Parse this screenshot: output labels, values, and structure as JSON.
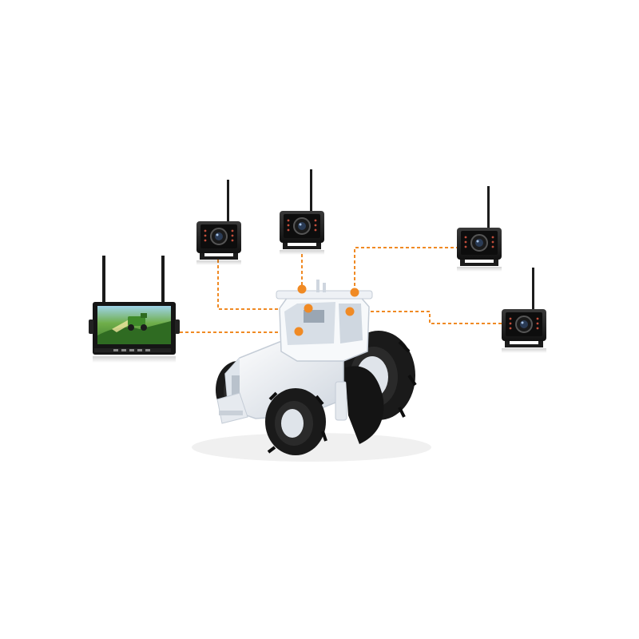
{
  "scene": {
    "subject": "tractor",
    "accent_color": "#f08a24",
    "connector_color": "#f08a24",
    "camera_color": "#1c1c1c",
    "monitor_color": "#151515",
    "tractor_color": "#eef1f5",
    "tire_color": "#1a1a1a"
  },
  "monitor": {
    "icon": "wireless-monitor-icon",
    "screen_content": "green-field-harvester"
  },
  "cameras": [
    {
      "id": "camera-1",
      "icon": "wireless-camera-icon"
    },
    {
      "id": "camera-2",
      "icon": "wireless-camera-icon"
    },
    {
      "id": "camera-3",
      "icon": "wireless-camera-icon"
    },
    {
      "id": "camera-4",
      "icon": "wireless-camera-icon"
    }
  ]
}
